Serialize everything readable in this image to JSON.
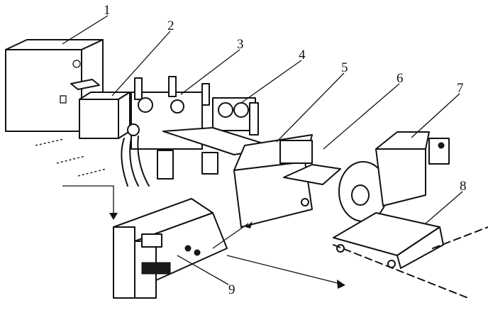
{
  "title": "Hot strip rolling line schematic",
  "callouts": [
    {
      "id": "1",
      "text": "1"
    },
    {
      "id": "2",
      "text": "2"
    },
    {
      "id": "3",
      "text": "3"
    },
    {
      "id": "4",
      "text": "4"
    },
    {
      "id": "5",
      "text": "5"
    },
    {
      "id": "6",
      "text": "6"
    },
    {
      "id": "7",
      "text": "7"
    },
    {
      "id": "8",
      "text": "8"
    },
    {
      "id": "9",
      "text": "9"
    }
  ],
  "colors": {
    "line": "#111111",
    "fill": "#ffffff",
    "dark": "#1a1a1a"
  }
}
